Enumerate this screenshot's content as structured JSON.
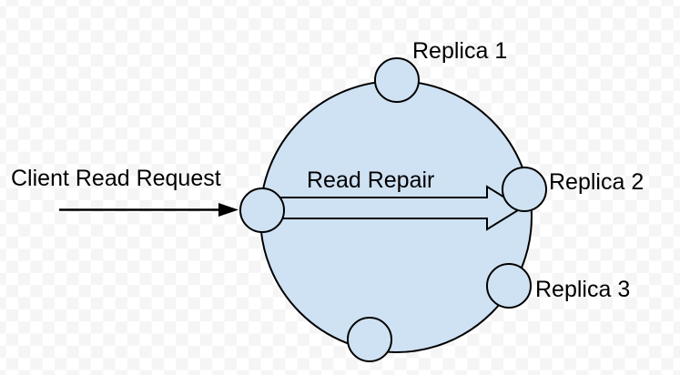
{
  "labels": {
    "client_read_request": "Client Read Request",
    "read_repair": "Read Repair",
    "replica_1": "Replica 1",
    "replica_2": "Replica 2",
    "replica_3": "Replica 3"
  },
  "colors": {
    "shape_fill": "#cfe2f3",
    "outline": "#000000",
    "text": "#000000",
    "checker_white": "#ffffff",
    "checker_gray": "#f5f5f5"
  }
}
